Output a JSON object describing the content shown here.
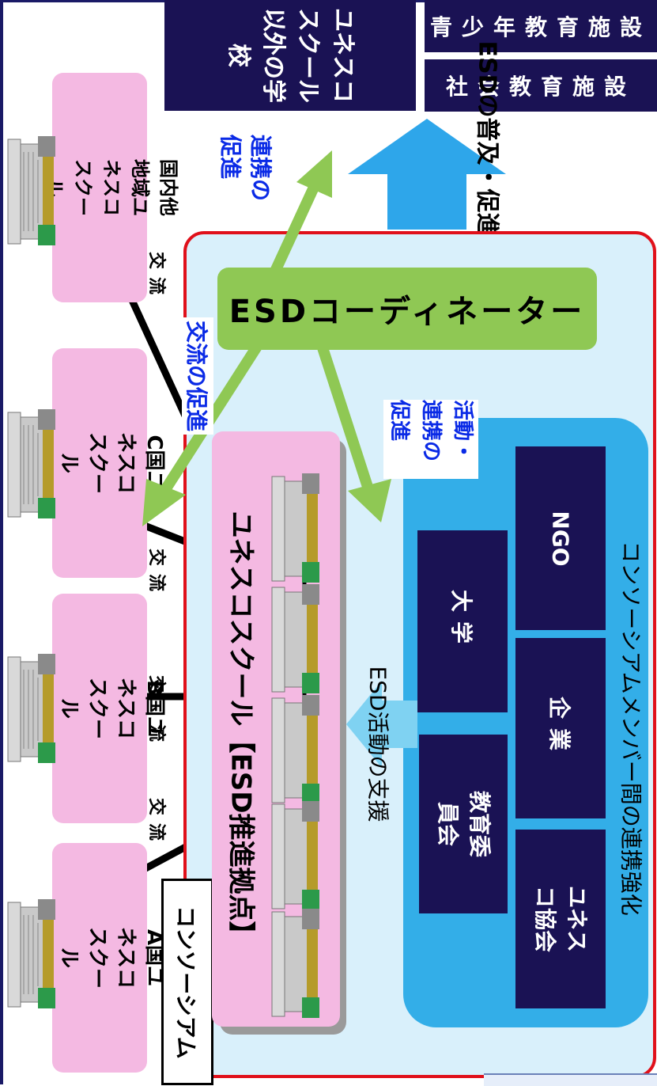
{
  "top": {
    "other_schools": "ユネスコスクール以外の学校",
    "youth_facility": "青少年教育施設",
    "social_facility": "社会教育施設"
  },
  "schools": {
    "domestic": "国内他地域ユネスコスクール",
    "c": "C国ユネスコスクール",
    "b": "B国ユネスコスクール",
    "a": "A国ユネスコスクール"
  },
  "labels": {
    "exchange": "交流",
    "promote_link": "連携の促進",
    "promote_exchange": "交流の促進",
    "promote_activity": "活動・連携の促進",
    "spread": "ESDの普及・促進・連携",
    "support": "ESD活動の支援"
  },
  "coordinator": "ESDコーディネーター",
  "base": "ユネスコスクール【ESD推進拠点】",
  "consortium": "コンソーシアム",
  "members": {
    "university": "大学",
    "ngo": "NGO",
    "company": "企業",
    "board": "教育委員会",
    "unesco_assoc": "ユネスコ協会"
  },
  "member_caption": "コンソーシアムメンバー間の連携強化",
  "colors": {
    "navy": "#1a1254",
    "pink": "#f4b9e2",
    "green": "#8fc854",
    "sky": "#33aee8",
    "light_blue": "#d9f0fb",
    "red": "#e0101a"
  }
}
